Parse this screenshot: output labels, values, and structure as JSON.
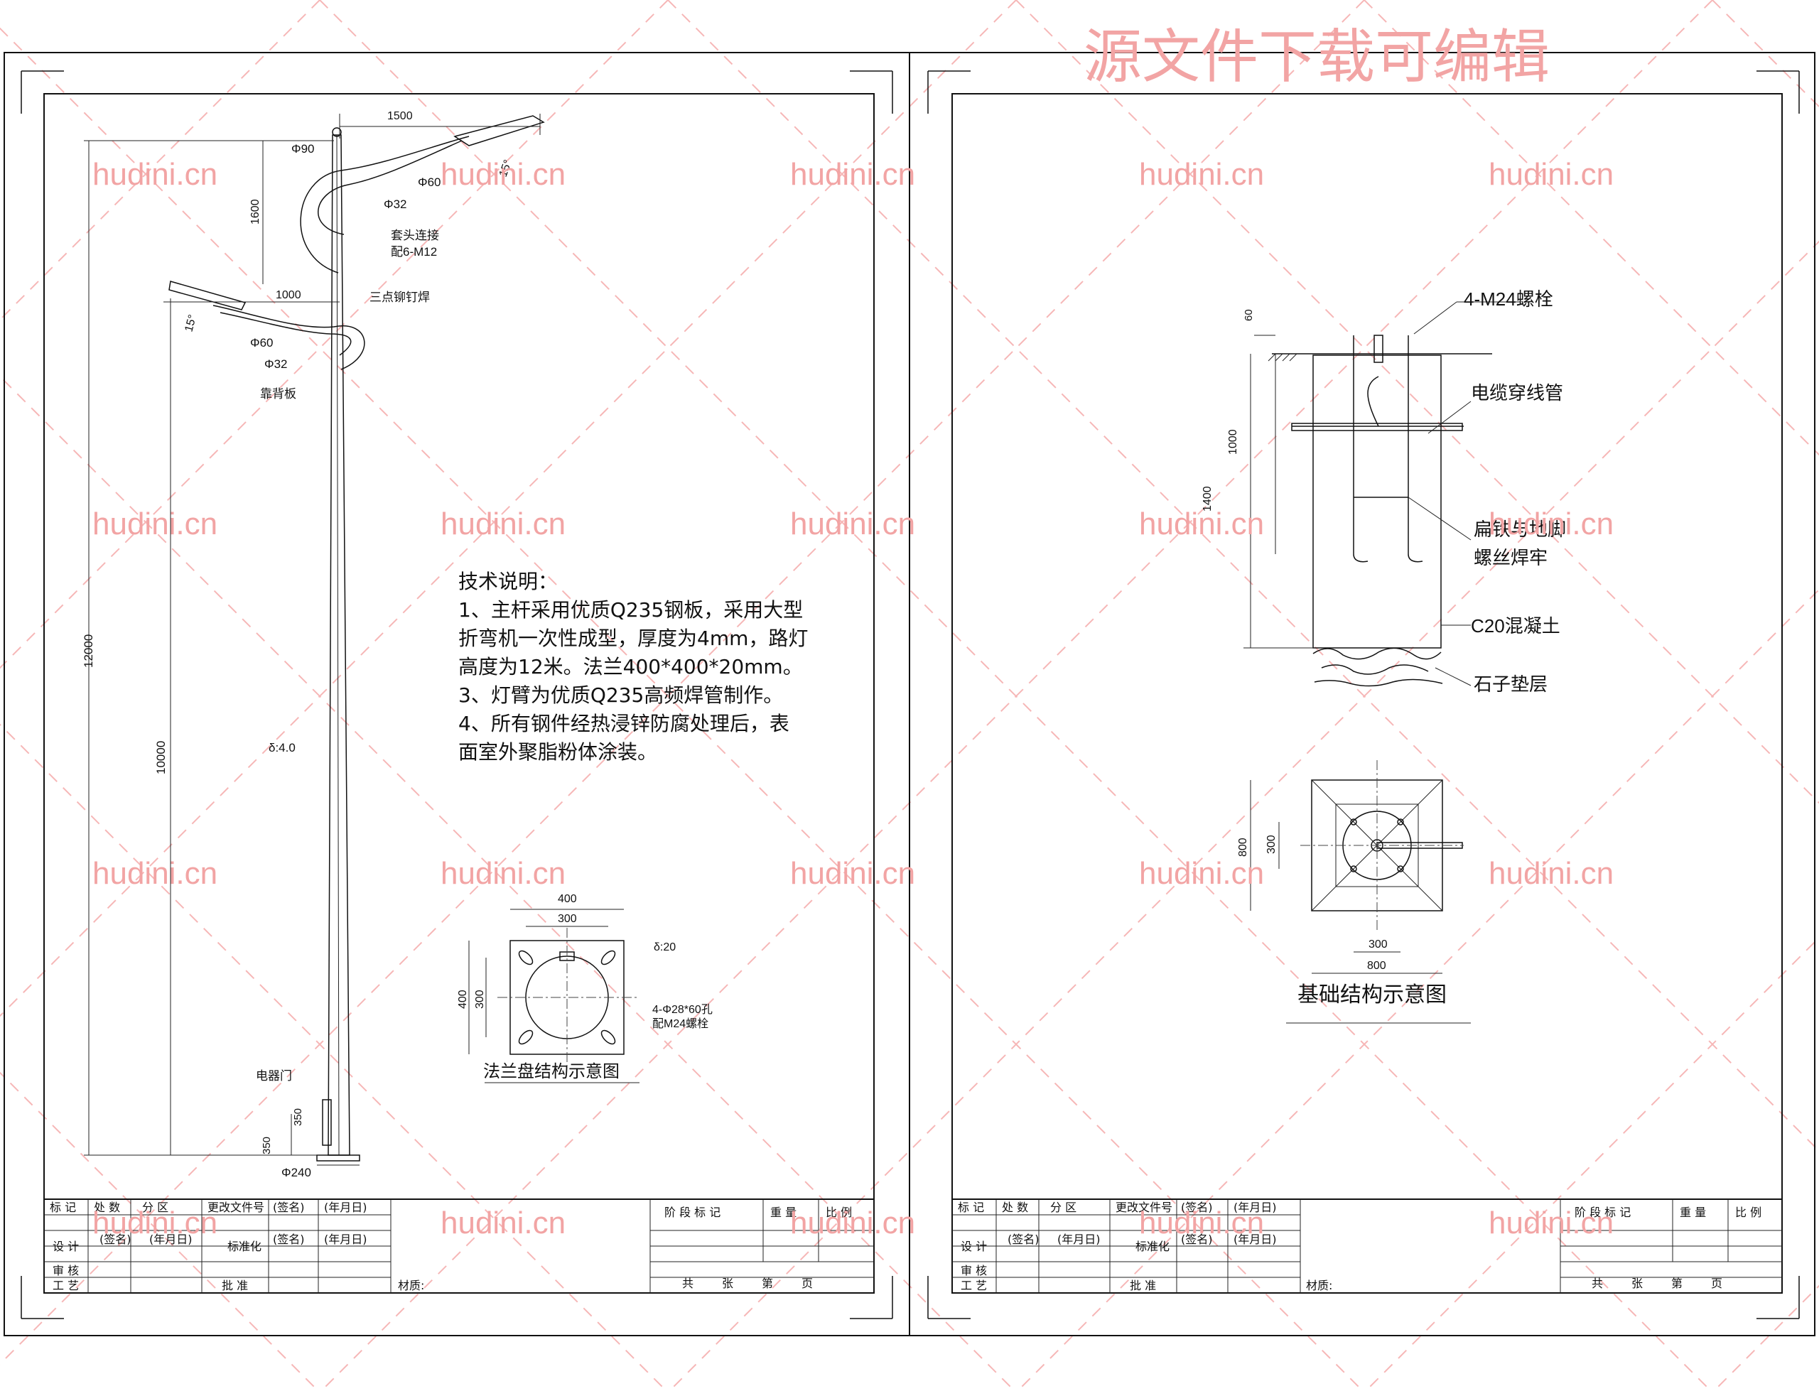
{
  "watermarks": {
    "banner": "源文件下载可编辑",
    "site": "hudini.cn"
  },
  "left_sheet": {
    "pole_labels": {
      "arm_span": "1500",
      "top_dia": "Φ90",
      "upper_height": "1600",
      "angle_top": "15°",
      "arm_dia_large": "Φ60",
      "arm_dia_small": "Φ32",
      "sleeve_joint": "套头连接",
      "bolts": "配6-M12",
      "lower_span": "1000",
      "rivet_weld": "三点铆钉焊",
      "angle_low": "15°",
      "low_dia_large": "Φ60",
      "low_dia_small": "Φ32",
      "back_plate": "靠背板",
      "total_height": "12000",
      "lower_height": "10000",
      "thickness": "δ:4.0",
      "door": "电器门",
      "door_h": "350",
      "door_base": "350",
      "base_dia": "Φ240"
    },
    "notes_title": "技术说明：",
    "notes": [
      "1、主杆采用优质Q235钢板，采用大型",
      "折弯机一次性成型，厚度为4mm，路灯",
      "高度为12米。法兰400*400*20mm。",
      "3、灯臂为优质Q235高频焊管制作。",
      "4、所有钢件经热浸锌防腐处理后，表",
      "面室外聚脂粉体涂装。"
    ],
    "flange": {
      "outer": "400",
      "inner": "300",
      "side_outer": "400",
      "side_inner": "300",
      "plate_thk": "δ:20",
      "holes": "4-Φ28*60孔",
      "holes_bolt": "配M24螺栓",
      "caption": "法兰盘结构示意图"
    }
  },
  "right_sheet": {
    "foundation": {
      "bolts": "4-M24螺栓",
      "top_dim": "60",
      "cable_pipe": "电缆穿线管",
      "dim_1000": "1000",
      "dim_1400": "1400",
      "weld_1": "扁铁与地脚",
      "weld_2": "螺丝焊牢",
      "concrete": "C20混凝土",
      "gravel": "石子垫层",
      "plan_800_side": "800",
      "plan_300_side": "300",
      "plan_300_bottom": "300",
      "plan_800_bottom": "800",
      "caption": "基础结构示意图"
    }
  },
  "title_block": {
    "r1": [
      "标 记",
      "处 数",
      "分 区",
      "更改文件号",
      "(签名)",
      "(年月日)"
    ],
    "stage": "阶 段 标 记",
    "weight": "重 量",
    "scale": "比 例",
    "design": "设 计",
    "sign": "(签名)",
    "date": "(年月日)",
    "std": "标准化",
    "check": "审 核",
    "process": "工 艺",
    "approve": "批 准",
    "material": "材质:",
    "pages": [
      "共",
      "张",
      "第",
      "页"
    ]
  }
}
